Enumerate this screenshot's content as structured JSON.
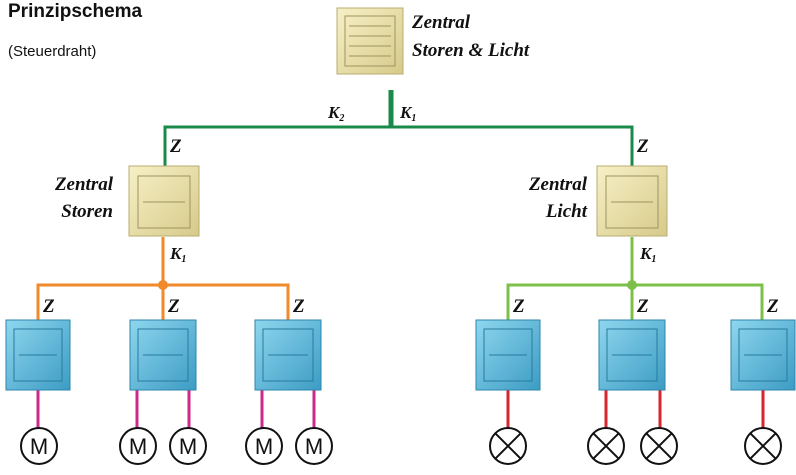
{
  "title": "Prinzipschema",
  "subtitle": "(Steuerdraht)",
  "central_main": {
    "line1": "Zentral",
    "line2": "Storen & Licht"
  },
  "central_blinds": {
    "line1": "Zentral",
    "line2": "Storen"
  },
  "central_light": {
    "line1": "Zentral",
    "line2": "Licht"
  },
  "labels": {
    "z": "Z",
    "k2": "K",
    "k2_sub": "2",
    "k1": "K",
    "k1_sub": "1"
  },
  "motor_symbol": "M",
  "colors": {
    "main_line": "#1a8a4a",
    "blinds_line": "#f08a2a",
    "light_line": "#7cc04a",
    "motor_wire": "#cc2a8a",
    "lamp_wire": "#d8262e",
    "central_box": "#ece3ae",
    "local_box": "#5fbcdc"
  }
}
